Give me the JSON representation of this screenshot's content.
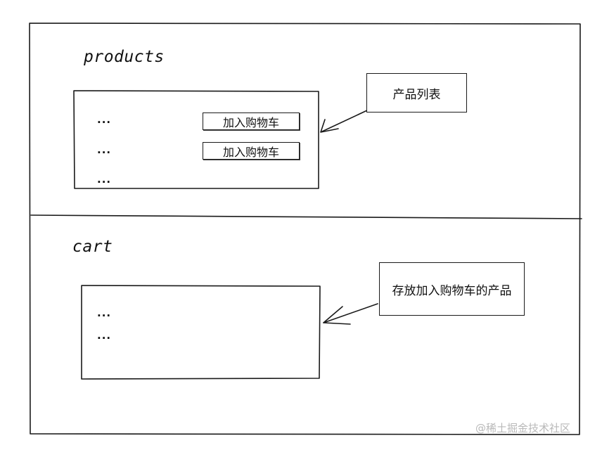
{
  "sections": {
    "products": {
      "title": "products",
      "item_placeholder": "...",
      "add_to_cart_label": "加入购物车",
      "note": "产品列表"
    },
    "cart": {
      "title": "cart",
      "item_placeholder": "...",
      "note": "存放加入购物车的产品"
    }
  },
  "watermark": "@稀土掘金技术社区",
  "colors": {
    "stroke": "#1a1a1a",
    "watermark": "#b9b9b9",
    "background": "#ffffff"
  }
}
